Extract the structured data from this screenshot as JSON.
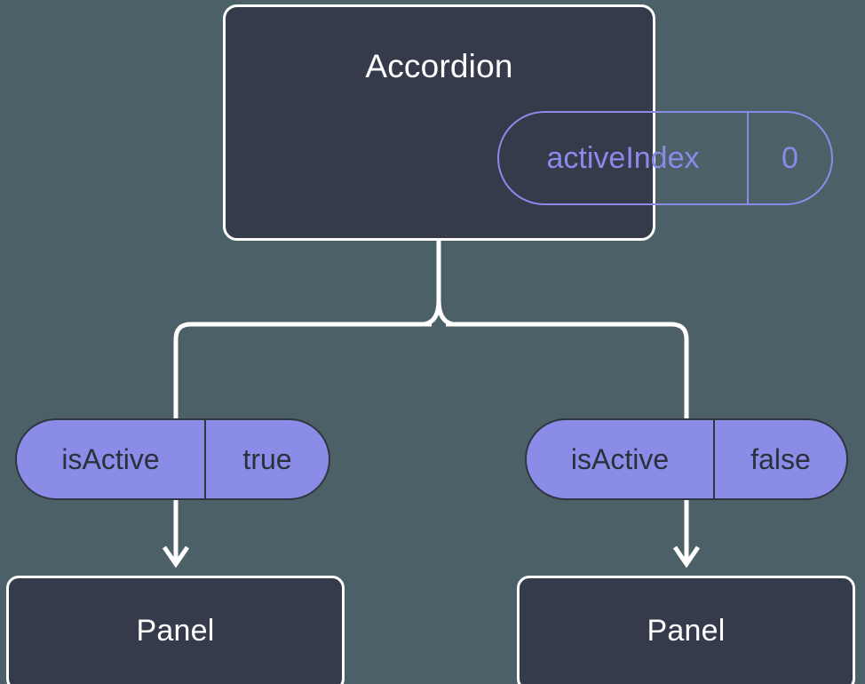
{
  "diagram": {
    "type": "component-tree",
    "background_color": "#4c6167",
    "node_fill": "#353b4a",
    "node_stroke": "#ffffff",
    "accent_color": "#8a8ce8",
    "outline_accent": "#8a8aea",
    "root": {
      "title": "Accordion",
      "state": {
        "key": "activeIndex",
        "value": "0"
      }
    },
    "branches": [
      {
        "side": "left",
        "prop": {
          "key": "isActive",
          "value": "true"
        },
        "child": {
          "title": "Panel"
        }
      },
      {
        "side": "right",
        "prop": {
          "key": "isActive",
          "value": "false"
        },
        "child": {
          "title": "Panel"
        }
      }
    ]
  }
}
